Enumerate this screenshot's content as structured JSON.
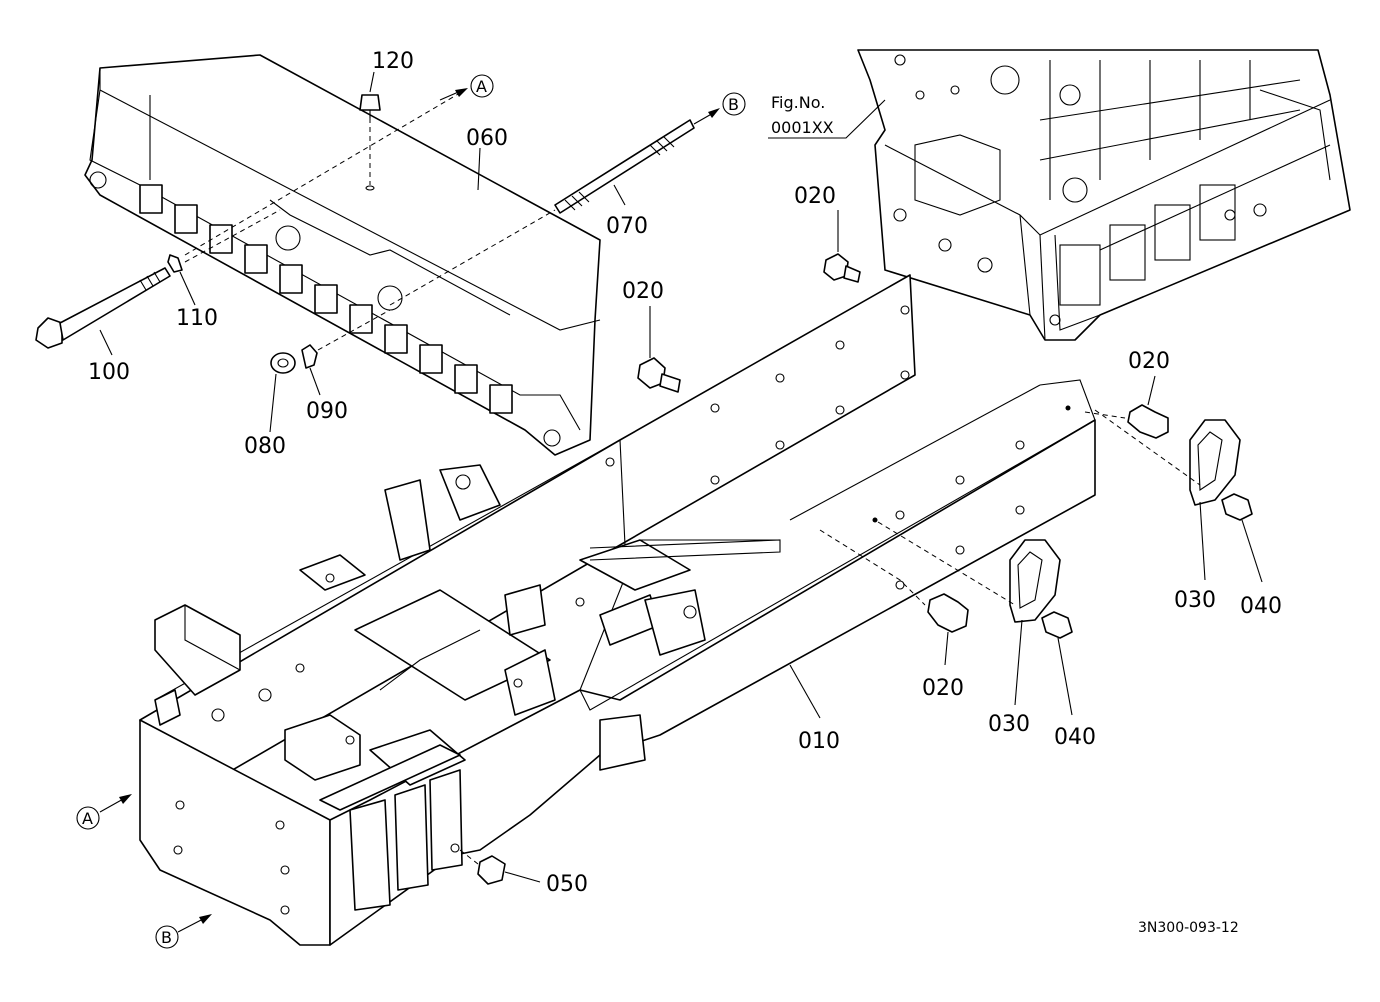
{
  "figure": {
    "reference_label": "Fig.No.",
    "reference_code": "0001XX",
    "drawing_number": "3N300-093-12"
  },
  "callouts": {
    "c120": "120",
    "c060": "060",
    "c070": "070",
    "c110": "110",
    "c100": "100",
    "c080": "080",
    "c090": "090",
    "c020_a": "020",
    "c020_b": "020",
    "c020_c": "020",
    "c020_d": "020",
    "c030_a": "030",
    "c040_a": "040",
    "c030_b": "030",
    "c040_b": "040",
    "c010": "010",
    "c050": "050"
  },
  "markers": {
    "a_top": "A",
    "b_top": "B",
    "a_bottom": "A",
    "b_bottom": "B"
  }
}
